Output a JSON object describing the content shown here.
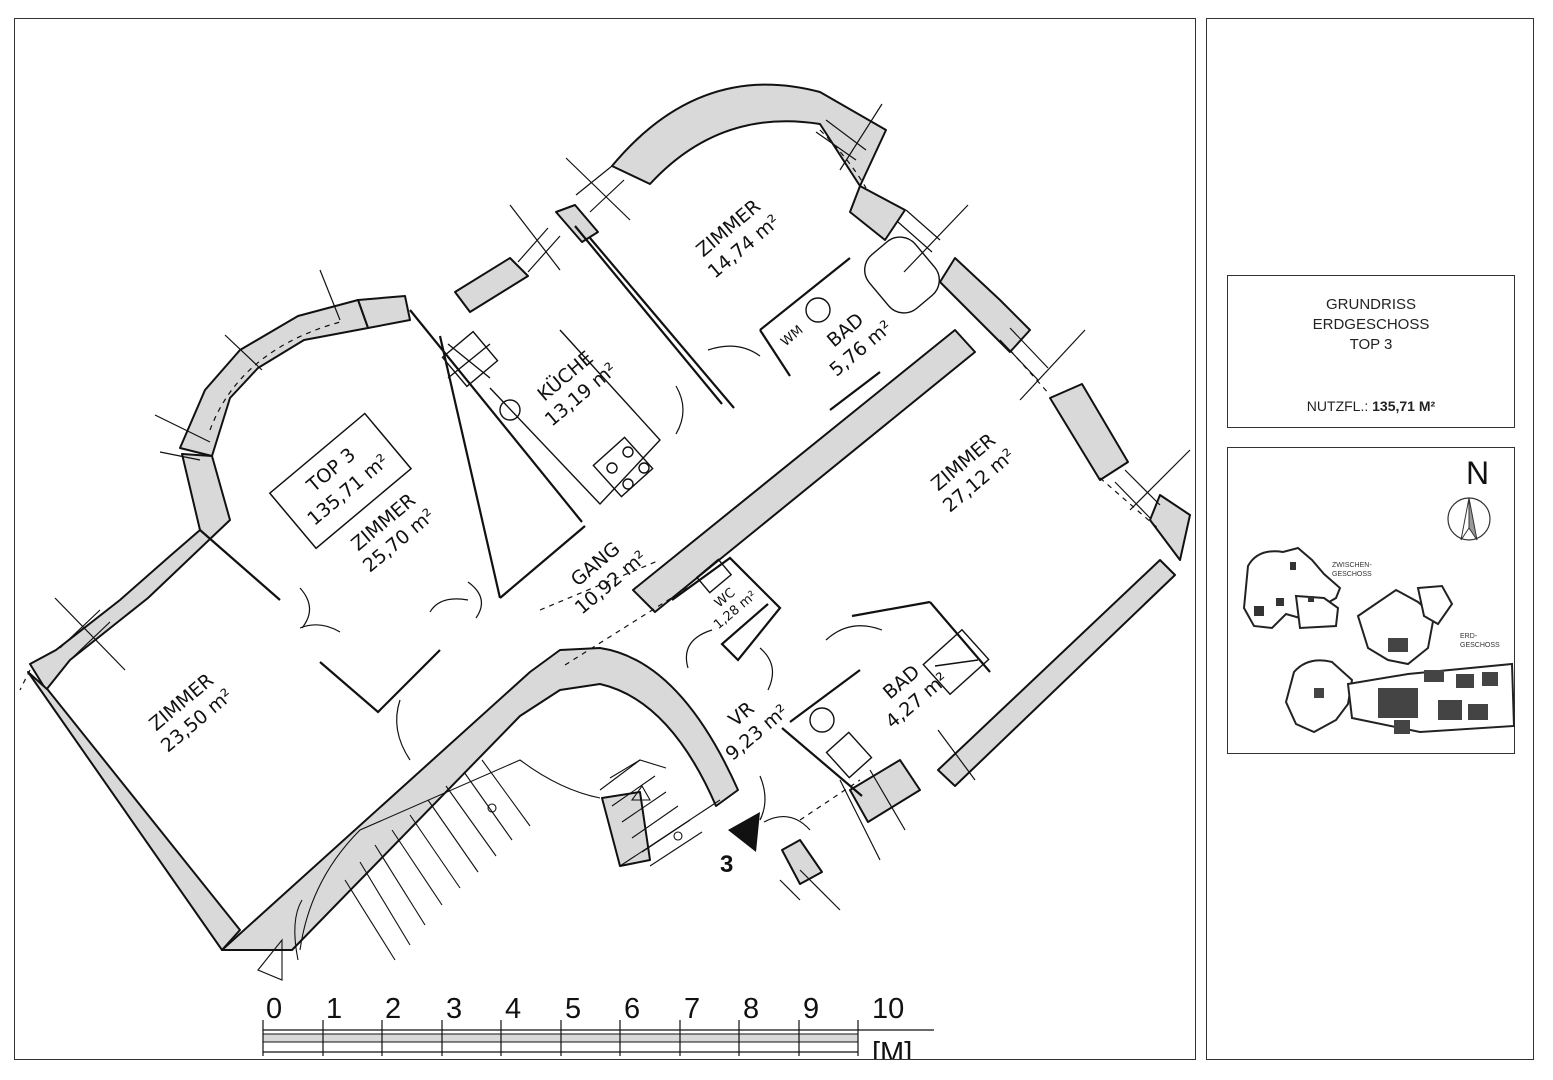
{
  "title_block": {
    "line1": "GRUNDRISS",
    "line2": "ERDGESCHOSS",
    "line3": "TOP 3",
    "nutzfl_label": "NUTZFL.:",
    "nutzfl_value": "135,71 M²"
  },
  "plan": {
    "unit_label_name": "TOP 3",
    "unit_label_area": "135,71 m²",
    "entrance_marker": "3",
    "rooms": [
      {
        "name": "ZIMMER",
        "area": "14,74 m²"
      },
      {
        "name": "KÜCHE",
        "area": "13,19 m²"
      },
      {
        "name": "BAD",
        "area": "5,76 m²"
      },
      {
        "name": "WM",
        "area": ""
      },
      {
        "name": "ZIMMER",
        "area": "25,70 m²"
      },
      {
        "name": "ZIMMER",
        "area": "27,12 m²"
      },
      {
        "name": "GANG",
        "area": "10,92 m²"
      },
      {
        "name": "WC",
        "area": "1,28 m²"
      },
      {
        "name": "ZIMMER",
        "area": "23,50 m²"
      },
      {
        "name": "VR",
        "area": "9,23 m²"
      },
      {
        "name": "BAD",
        "area": "4,27 m²"
      }
    ]
  },
  "scale_bar": {
    "ticks": [
      "0",
      "1",
      "2",
      "3",
      "4",
      "5",
      "6",
      "7",
      "8",
      "9",
      "10"
    ],
    "unit": "[M]"
  },
  "locator": {
    "north": "N",
    "label_upper": "ZWISCHEN-\nGESCHOSS",
    "label_lower": "ERD-\nGESCHOSS"
  },
  "colors": {
    "wall": "#d9d9d9",
    "line": "#111111"
  }
}
